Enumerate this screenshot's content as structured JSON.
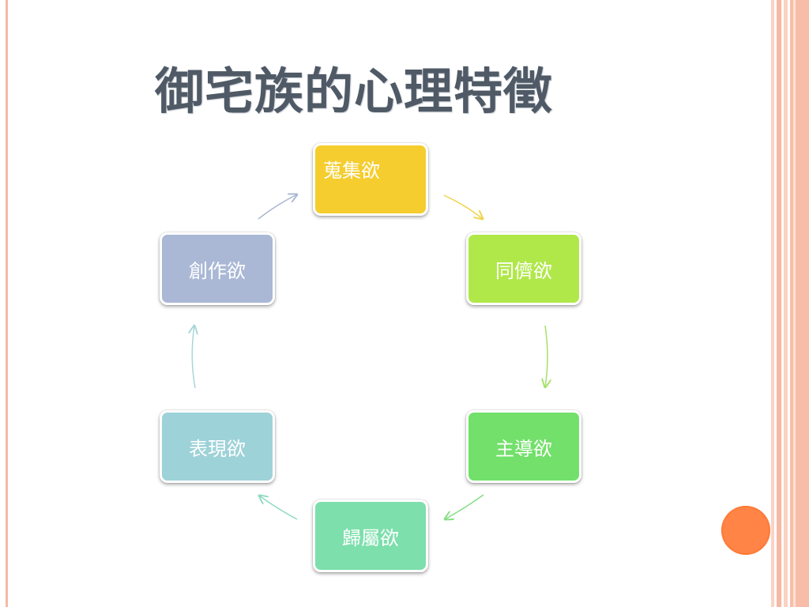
{
  "slide": {
    "title": "御宅族的心理特徵"
  },
  "cycle": {
    "nodes": [
      {
        "id": "collect",
        "label": "蒐集欲",
        "color": "#f5cd2e"
      },
      {
        "id": "peer",
        "label": "同儕欲",
        "color": "#b0e84a"
      },
      {
        "id": "lead",
        "label": "主導欲",
        "color": "#72e06a"
      },
      {
        "id": "belong",
        "label": "歸屬欲",
        "color": "#7ddfac"
      },
      {
        "id": "express",
        "label": "表現欲",
        "color": "#9dd2d8"
      },
      {
        "id": "create",
        "label": "創作欲",
        "color": "#aab8d6"
      }
    ],
    "arrow_colors": [
      "#efd34c",
      "#a5e06a",
      "#86dd86",
      "#8fd9c0",
      "#a8d6da",
      "#a9b7d2"
    ]
  },
  "decor": {
    "accent_color": "#ff8445",
    "stripe_color": "#f8bda8"
  }
}
